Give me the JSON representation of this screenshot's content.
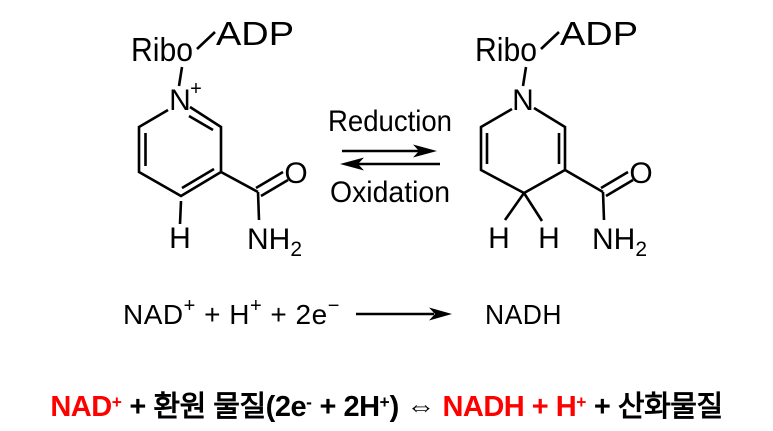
{
  "colors": {
    "background": "#ffffff",
    "ink": "#000000",
    "red": "#ff0000"
  },
  "nad_structure": {
    "ribo": "Ribo",
    "adp": "ADP",
    "nitrogen": "N",
    "charge": "+",
    "ring_h": "H",
    "oxygen": "O",
    "amide_nh": "NH",
    "amide_sub": "2"
  },
  "nadh_structure": {
    "ribo": "Ribo",
    "adp": "ADP",
    "nitrogen": "N",
    "h_left": "H",
    "h_right": "H",
    "oxygen": "O",
    "amide_nh": "NH",
    "amide_sub": "2"
  },
  "equilibrium": {
    "forward": "Reduction",
    "reverse": "Oxidation"
  },
  "equation": {
    "reactant_1": "NAD",
    "reactant_1_sup": "+",
    "reactant_2": " + H",
    "reactant_2_sup": "+",
    "reactant_3": " + 2e",
    "reactant_3_sup": "−",
    "product": "NADH"
  },
  "summary": {
    "nad": "NAD",
    "nad_sup": "+",
    "middle_1": " + 환원 물질(2e",
    "middle_1_sup": "-",
    "middle_2": " + 2H",
    "middle_2_sup": "+",
    "middle_3": ") ⇔ ",
    "nadh": "NADH + H",
    "nadh_sup": "+",
    "tail": " + 산화물질"
  }
}
